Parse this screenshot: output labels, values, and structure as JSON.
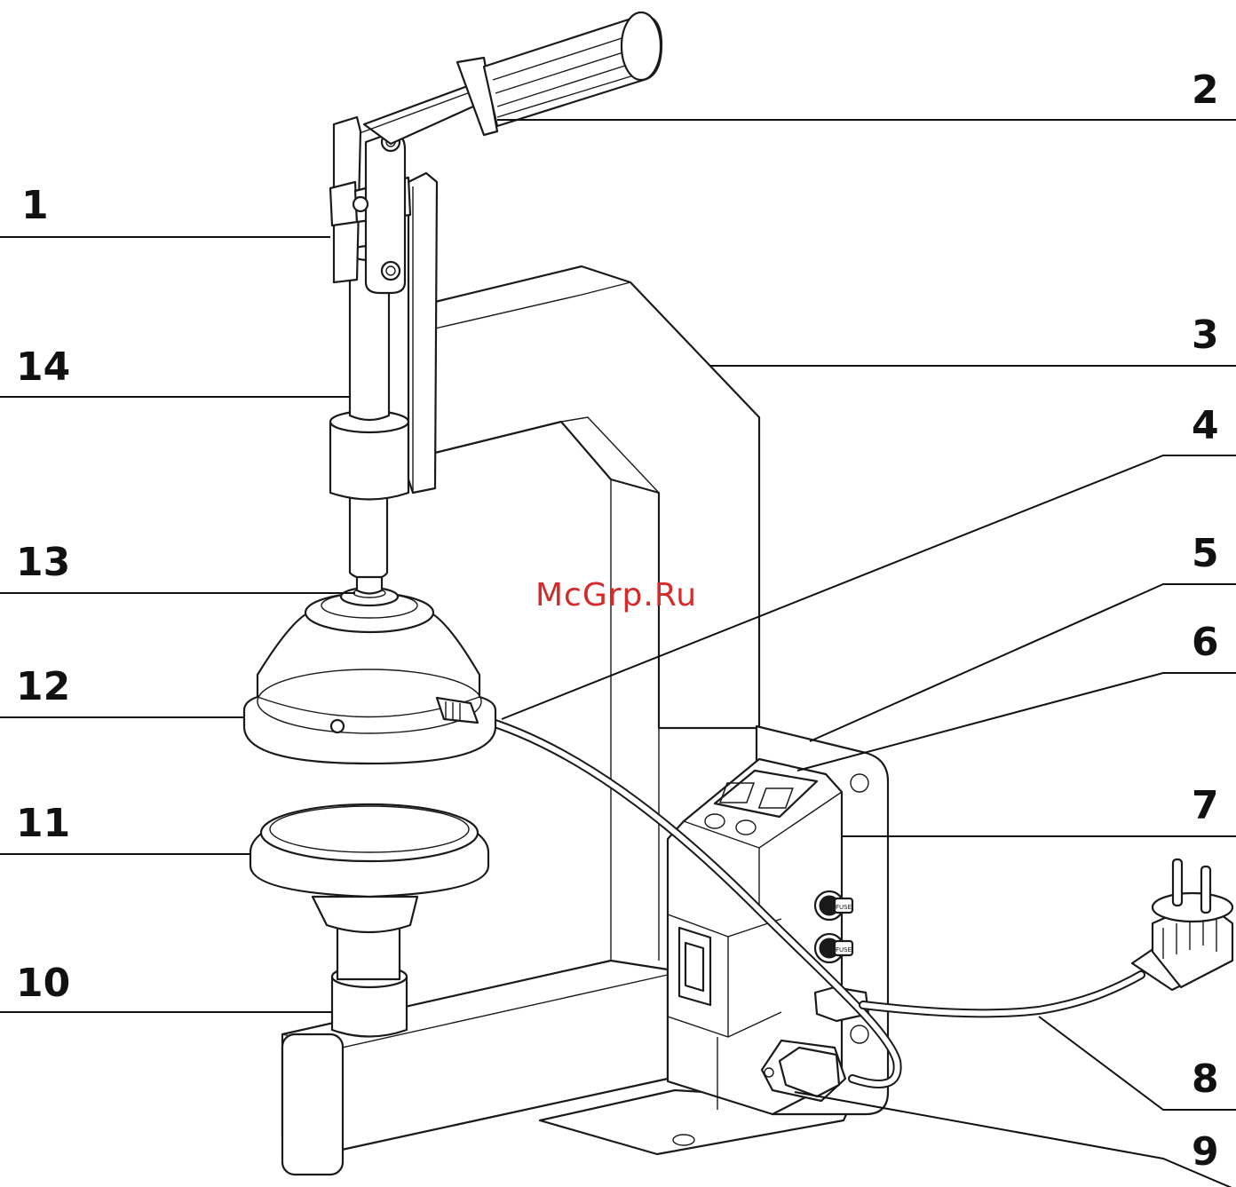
{
  "watermark": "McGrp.Ru",
  "callouts": [
    {
      "id": "1",
      "label": "1"
    },
    {
      "id": "2",
      "label": "2"
    },
    {
      "id": "3",
      "label": "3"
    },
    {
      "id": "4",
      "label": "4"
    },
    {
      "id": "5",
      "label": "5"
    },
    {
      "id": "6",
      "label": "6"
    },
    {
      "id": "7",
      "label": "7"
    },
    {
      "id": "8",
      "label": "8"
    },
    {
      "id": "9",
      "label": "9"
    },
    {
      "id": "10",
      "label": "10"
    },
    {
      "id": "11",
      "label": "11"
    },
    {
      "id": "12",
      "label": "12"
    },
    {
      "id": "13",
      "label": "13"
    },
    {
      "id": "14",
      "label": "14"
    }
  ],
  "panel": {
    "fuse_label_1": "FUSE",
    "fuse_label_2": "FUSE"
  }
}
